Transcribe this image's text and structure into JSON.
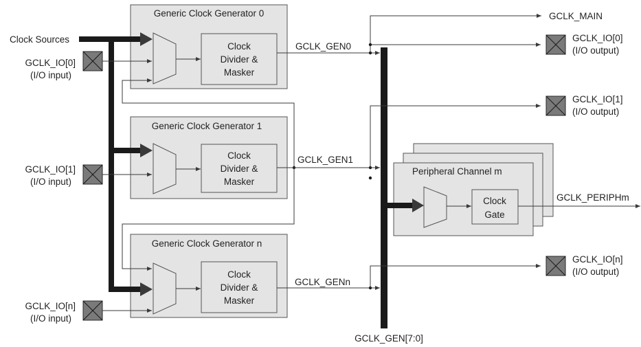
{
  "generators": [
    {
      "title": "Generic Clock Generator 0",
      "block_lines": [
        "Clock",
        "Divider &",
        "Masker"
      ],
      "output": "GCLK_GEN0"
    },
    {
      "title": "Generic Clock Generator 1",
      "block_lines": [
        "Clock",
        "Divider &",
        "Masker"
      ],
      "output": "GCLK_GEN1"
    },
    {
      "title": "Generic Clock Generator n",
      "block_lines": [
        "Clock",
        "Divider &",
        "Masker"
      ],
      "output": "GCLK_GENn"
    }
  ],
  "clock_sources": "Clock Sources",
  "io_inputs": [
    {
      "name": "GCLK_IO[0]",
      "dir": "(I/O input)"
    },
    {
      "name": "GCLK_IO[1]",
      "dir": "(I/O input)"
    },
    {
      "name": "GCLK_IO[n]",
      "dir": "(I/O input)"
    }
  ],
  "io_outputs": [
    {
      "name": "GCLK_IO[0]",
      "dir": "(I/O output)"
    },
    {
      "name": "GCLK_IO[1]",
      "dir": "(I/O output)"
    },
    {
      "name": "GCLK_IO[n]",
      "dir": "(I/O output)"
    }
  ],
  "gclk_main": "GCLK_MAIN",
  "bus_label": "GCLK_GEN[7:0]",
  "peripheral": {
    "title": "Peripheral Channel m",
    "gate_lines": [
      "Clock",
      "Gate"
    ],
    "output": "GCLK_PERIPHm"
  }
}
